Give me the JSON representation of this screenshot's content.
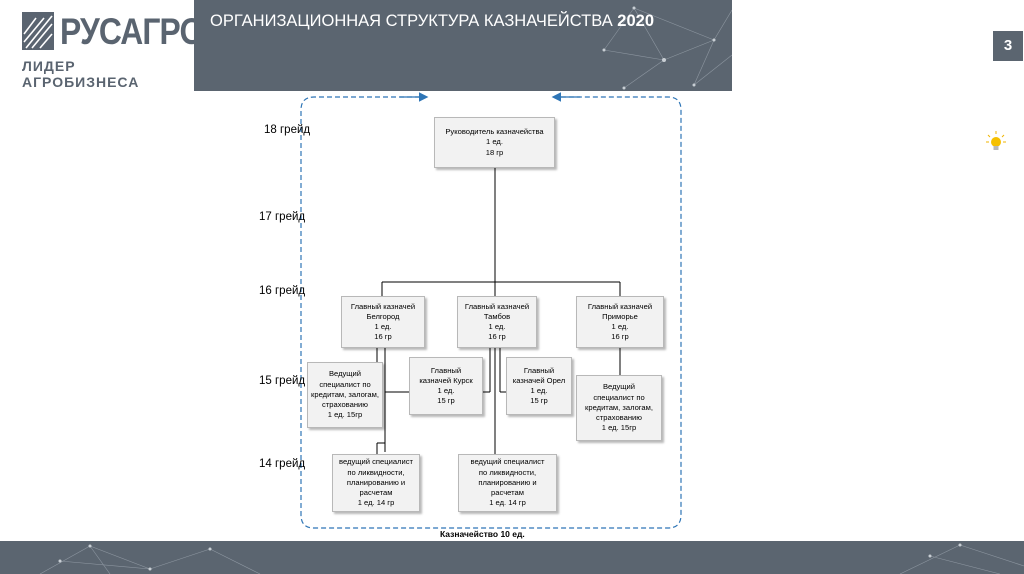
{
  "logo": {
    "name": "РУСАГРО",
    "tagline": "ЛИДЕР АГРОБИЗНЕСА"
  },
  "header": {
    "title": "ОРГАНИЗАЦИОННАЯ СТРУКТУРА КАЗНАЧЕЙСТВА",
    "year": "2020"
  },
  "slide": {
    "number": "3"
  },
  "grades": [
    "18 грейд",
    "17 грейд",
    "16 грейд",
    "15 грейд",
    "14 грейд"
  ],
  "boxes": {
    "head": [
      "Руководитель казначейства",
      "1 ед.",
      "18 гр"
    ],
    "belgorod": [
      "Главный казначей",
      "Белгород",
      "1 ед.",
      "16 гр"
    ],
    "tambov": [
      "Главный казначей",
      "Тамбов",
      "1 ед.",
      "16 гр"
    ],
    "primorye": [
      "Главный казначей",
      "Приморье",
      "1 ед.",
      "16 гр"
    ],
    "lead_left": [
      "Ведущий",
      "специалист по",
      "кредитам, залогам,",
      "страхованию",
      "1 ед. 15гр"
    ],
    "kursk": [
      "Главный",
      "казначей Курск",
      "1 ед.",
      "15 гр"
    ],
    "orel": [
      "Главный",
      "казначей Орел",
      "1 ед.",
      "15 гр"
    ],
    "lead_right": [
      "Ведущий",
      "специалист по",
      "кредитам, залогам,",
      "страхованию",
      "1 ед. 15гр"
    ],
    "liq_left": [
      "ведущий специалист",
      "по ликвидности,",
      "планированию и",
      "расчетам",
      "1 ед. 14 гр"
    ],
    "liq_mid": [
      "ведущий специалист",
      "по ликвидности,",
      "планированию и",
      "расчетам",
      "1 ед. 14 гр"
    ]
  },
  "caption": "Казначейство 10 ед."
}
